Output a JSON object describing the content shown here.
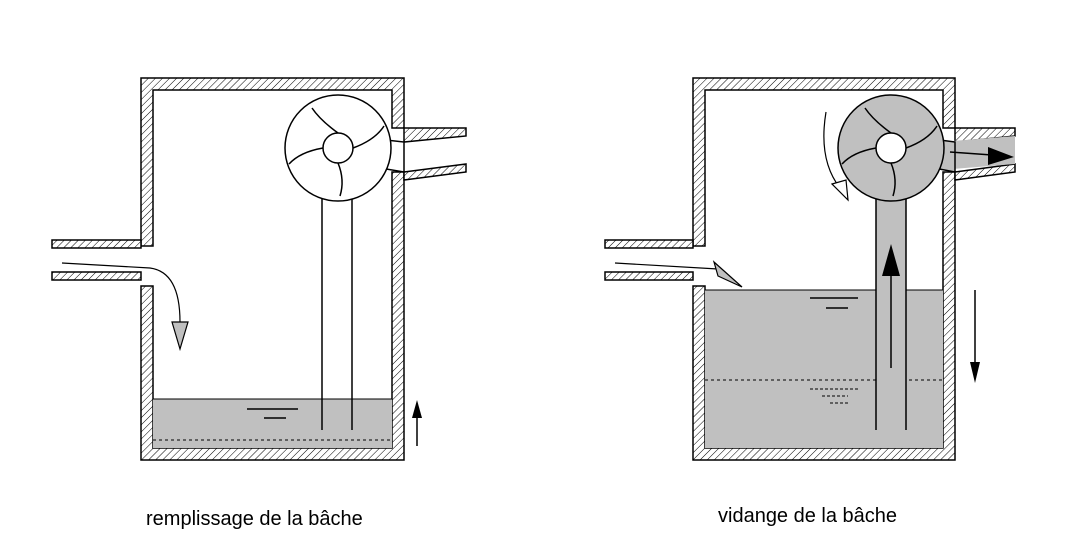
{
  "panels": [
    {
      "id": "filling",
      "caption": "remplissage de la bâche"
    },
    {
      "id": "draining",
      "caption": "vidange de la bâche"
    }
  ],
  "colors": {
    "stroke": "#000000",
    "water": "#c0c0c0",
    "background": "#ffffff"
  }
}
